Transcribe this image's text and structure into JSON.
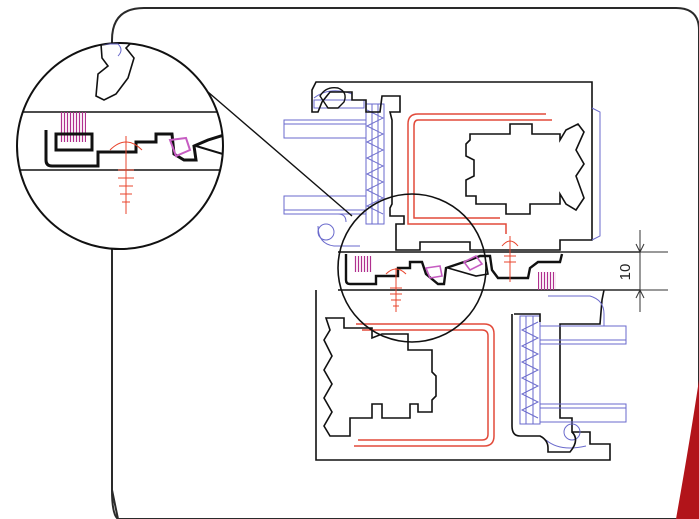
{
  "dimension": {
    "value": "10"
  },
  "colors": {
    "outline": "#111111",
    "frame": "#4a4a4a",
    "glazing": "#6a6acc",
    "thermal_strip": "#e24a3a",
    "brush_seal": "#b0308f",
    "gasket": "#c65cc2",
    "screw": "#e8442c",
    "corner_accent": "#b2141a"
  },
  "parts": [
    "card-frame",
    "detail-magnifier",
    "upper-sash-profile",
    "lower-sash-profile",
    "interlock-section",
    "brush-seal",
    "fixing-screw",
    "glazing-unit",
    "thermal-break"
  ]
}
